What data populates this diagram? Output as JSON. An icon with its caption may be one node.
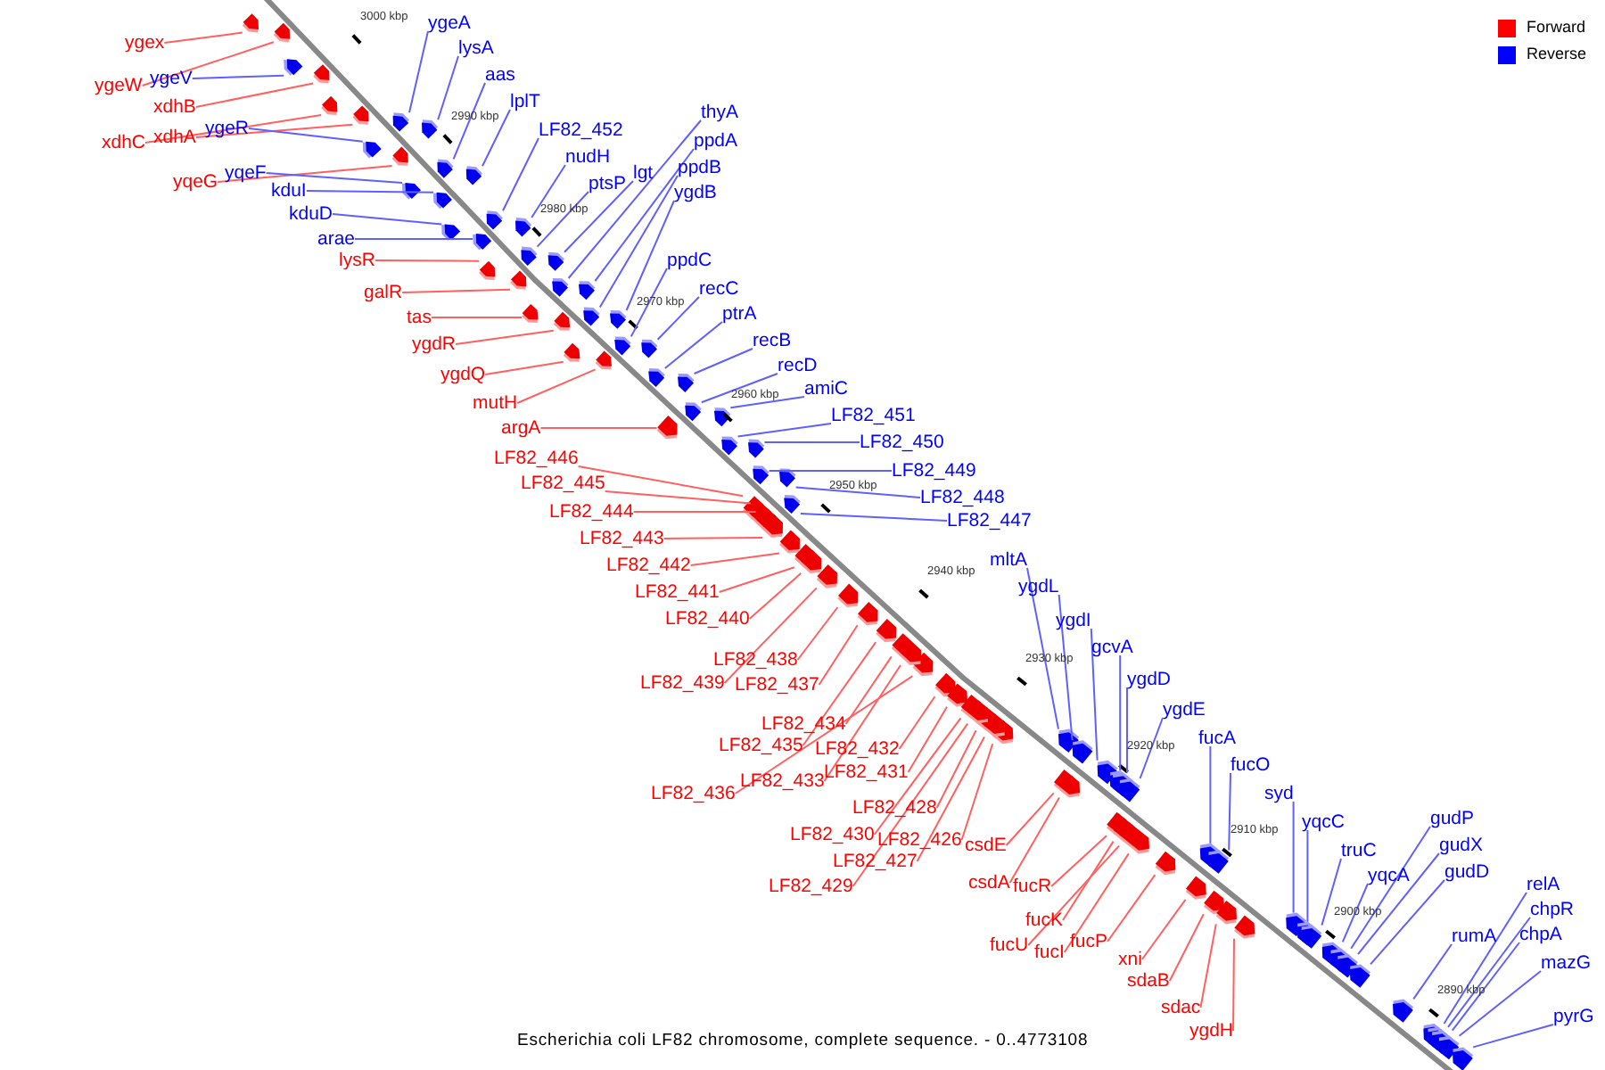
{
  "diagram": {
    "caption": "Escherichia coli LF82 chromosome, complete sequence. - 0..4773108",
    "nodes": [
      {
        "text": [
          "ygex"
        ]
      },
      {
        "text": [
          "ygeW"
        ]
      },
      {
        "text": [
          "ygeV"
        ]
      },
      {
        "text": [
          "xdhB"
        ]
      },
      {
        "text": [
          "xdhC"
        ]
      },
      {
        "text": [
          "xdhA"
        ]
      },
      {
        "text": [
          "ygeR"
        ]
      },
      {
        "text": [
          "yqeG"
        ]
      },
      {
        "text": [
          "yqeF"
        ]
      },
      {
        "text": [
          "kduI"
        ]
      },
      {
        "text": [
          "kduD"
        ]
      },
      {
        "text": [
          "arae"
        ]
      },
      {
        "text": [
          "lysR"
        ]
      },
      {
        "text": [
          "galR"
        ]
      },
      {
        "text": [
          "tas"
        ]
      },
      {
        "text": [
          "ygdR"
        ]
      },
      {
        "text": [
          "ygdQ"
        ]
      },
      {
        "text": [
          "mutH"
        ]
      },
      {
        "text": [
          "argA"
        ]
      },
      {
        "text": [
          "LF82_446"
        ]
      },
      {
        "text": [
          "LF82_445"
        ]
      },
      {
        "text": [
          "LF82_444"
        ]
      },
      {
        "text": [
          "LF82_443"
        ]
      },
      {
        "text": [
          "LF82_442"
        ]
      },
      {
        "text": [
          "LF82_441"
        ]
      },
      {
        "text": [
          "LF82_440"
        ]
      },
      {
        "text": [
          "LF82_438"
        ]
      },
      {
        "text": [
          "LF82_439"
        ]
      },
      {
        "text": [
          "LF82_437"
        ]
      },
      {
        "text": [
          "LF82_434"
        ]
      },
      {
        "text": [
          "LF82_435"
        ]
      },
      {
        "text": [
          "LF82_432"
        ]
      },
      {
        "text": [
          "LF82_436"
        ]
      },
      {
        "text": [
          "LF82_433"
        ]
      },
      {
        "text": [
          "LF82_431"
        ]
      },
      {
        "text": [
          "LF82_428"
        ]
      },
      {
        "text": [
          "LF82_430"
        ]
      },
      {
        "text": [
          "LF82_426"
        ]
      },
      {
        "text": [
          "LF82_427"
        ]
      },
      {
        "text": [
          "LF82_429"
        ]
      },
      {
        "text": [
          "csdE"
        ]
      },
      {
        "text": [
          "csdA"
        ]
      },
      {
        "text": [
          "fucR"
        ]
      },
      {
        "text": [
          "fucK"
        ]
      },
      {
        "text": [
          "fucU"
        ]
      },
      {
        "text": [
          "fucI"
        ]
      },
      {
        "text": [
          "fucP"
        ]
      },
      {
        "text": [
          "xni"
        ]
      },
      {
        "text": [
          "sdaB"
        ]
      },
      {
        "text": [
          "sdac"
        ]
      },
      {
        "text": [
          "ygdH"
        ]
      },
      {
        "text": [
          "ygeA"
        ]
      },
      {
        "text": [
          "lysA"
        ]
      },
      {
        "text": [
          "aas"
        ]
      },
      {
        "text": [
          "lplT"
        ]
      },
      {
        "text": [
          "LF82_452"
        ]
      },
      {
        "text": [
          "nudH"
        ]
      },
      {
        "text": [
          "ptsP"
        ]
      },
      {
        "text": [
          "lgt"
        ]
      },
      {
        "text": [
          "thyA"
        ]
      },
      {
        "text": [
          "ppdA"
        ]
      },
      {
        "text": [
          "ppdB"
        ]
      },
      {
        "text": [
          "ygdB"
        ]
      },
      {
        "text": [
          "ppdC"
        ]
      },
      {
        "text": [
          "recC"
        ]
      },
      {
        "text": [
          "ptrA"
        ]
      },
      {
        "text": [
          "recB"
        ]
      },
      {
        "text": [
          "recD"
        ]
      },
      {
        "text": [
          "amiC"
        ]
      },
      {
        "text": [
          "LF82_451"
        ]
      },
      {
        "text": [
          "LF82_450"
        ]
      },
      {
        "text": [
          "LF82_449"
        ]
      },
      {
        "text": [
          "LF82_448"
        ]
      },
      {
        "text": [
          "LF82_447"
        ]
      },
      {
        "text": [
          "mltA"
        ]
      },
      {
        "text": [
          "ygdL"
        ]
      },
      {
        "text": [
          "ygdI"
        ]
      },
      {
        "text": [
          "gcvA"
        ]
      },
      {
        "text": [
          "ygdD"
        ]
      },
      {
        "text": [
          "ygdE"
        ]
      },
      {
        "text": [
          "fucA"
        ]
      },
      {
        "text": [
          "fucO"
        ]
      },
      {
        "text": [
          "syd"
        ]
      },
      {
        "text": [
          "yqcC"
        ]
      },
      {
        "text": [
          "truC"
        ]
      },
      {
        "text": [
          "yqcA"
        ]
      },
      {
        "text": [
          "gudP"
        ]
      },
      {
        "text": [
          "gudX"
        ]
      },
      {
        "text": [
          "gudD"
        ]
      },
      {
        "text": [
          "rumA"
        ]
      },
      {
        "text": [
          "relA"
        ]
      },
      {
        "text": [
          "chpR"
        ]
      },
      {
        "text": [
          "chpA"
        ]
      },
      {
        "text": [
          "mazG"
        ]
      },
      {
        "text": [
          "pyrG"
        ]
      },
      {
        "text": [],
        "shape": "arrow"
      },
      {
        "text": [],
        "shape": "arrow"
      },
      {
        "text": [],
        "shape": "arrow"
      },
      {
        "text": [],
        "shape": "arrow"
      },
      {
        "text": [],
        "shape": "arrow"
      },
      {
        "text": [],
        "shape": "arrow"
      },
      {
        "text": [],
        "shape": "arrow"
      },
      {
        "text": [],
        "shape": "arrow"
      },
      {
        "text": [],
        "shape": "arrow"
      },
      {
        "text": [],
        "shape": "arrow"
      },
      {
        "text": [],
        "shape": "arrow"
      },
      {
        "text": [],
        "shape": "arrow"
      },
      {
        "text": [],
        "shape": "arrow"
      },
      {
        "text": [],
        "shape": "arrow"
      },
      {
        "text": [],
        "shape": "arrow"
      },
      {
        "text": [],
        "shape": "arrow"
      },
      {
        "text": [],
        "shape": "arrow"
      },
      {
        "text": [],
        "shape": "arrow"
      },
      {
        "text": [],
        "shape": "arrow"
      },
      {
        "text": [],
        "shape": "arrow"
      },
      {
        "text": [],
        "shape": "arrow"
      },
      {
        "text": [],
        "shape": "arrow"
      },
      {
        "text": [],
        "shape": "arrow"
      },
      {
        "text": [],
        "shape": "arrow"
      },
      {
        "text": [],
        "shape": "arrow"
      },
      {
        "text": [],
        "shape": "arrow"
      },
      {
        "text": [],
        "shape": "arrow"
      },
      {
        "text": [],
        "shape": "arrow"
      },
      {
        "text": [],
        "shape": "arrow"
      },
      {
        "text": [],
        "shape": "arrow"
      },
      {
        "text": [],
        "shape": "arrow"
      },
      {
        "text": [],
        "shape": "arrow"
      },
      {
        "text": [],
        "shape": "arrow"
      },
      {
        "text": [],
        "shape": "arrow"
      },
      {
        "text": [],
        "shape": "arrow"
      },
      {
        "text": [],
        "shape": "arrow"
      },
      {
        "text": [],
        "shape": "arrow"
      },
      {
        "text": [],
        "shape": "arrow"
      },
      {
        "text": [],
        "shape": "arrow"
      },
      {
        "text": [],
        "shape": "arrow"
      },
      {
        "text": [],
        "shape": "arrow"
      },
      {
        "text": [],
        "shape": "arrow"
      },
      {
        "text": [],
        "shape": "arrow"
      },
      {
        "text": [],
        "shape": "arrow"
      },
      {
        "text": [],
        "shape": "arrow"
      },
      {
        "text": [],
        "shape": "arrow"
      },
      {
        "text": [],
        "shape": "arrow"
      },
      {
        "text": [],
        "shape": "arrow"
      },
      {
        "text": [],
        "shape": "arrow"
      },
      {
        "text": [],
        "shape": "arrow"
      },
      {
        "text": [],
        "shape": "arrow"
      },
      {
        "text": [],
        "shape": "arrow"
      },
      {
        "text": [],
        "shape": "arrow"
      },
      {
        "text": [],
        "shape": "arrow"
      },
      {
        "text": [],
        "shape": "arrow"
      },
      {
        "text": [],
        "shape": "arrow"
      },
      {
        "text": [],
        "shape": "arrow"
      },
      {
        "text": [],
        "shape": "arrow"
      },
      {
        "text": [],
        "shape": "arrow"
      },
      {
        "text": [],
        "shape": "arrow"
      },
      {
        "text": [],
        "shape": "arrow"
      },
      {
        "text": [],
        "shape": "arrow"
      },
      {
        "text": [],
        "shape": "arrow"
      },
      {
        "text": [],
        "shape": "arrow"
      },
      {
        "text": [],
        "shape": "arrow"
      },
      {
        "text": [],
        "shape": "arrow"
      },
      {
        "text": [],
        "shape": "arrow"
      },
      {
        "text": [],
        "shape": "arrow"
      },
      {
        "text": [],
        "shape": "arrow"
      },
      {
        "text": [],
        "shape": "arrow"
      },
      {
        "text": [],
        "shape": "arrow"
      },
      {
        "text": [],
        "shape": "arrow"
      },
      {
        "text": [],
        "shape": "arrow"
      },
      {
        "text": [],
        "shape": "arrow"
      },
      {
        "text": [],
        "shape": "arrow"
      },
      {
        "text": [],
        "shape": "arrow"
      },
      {
        "text": [],
        "shape": "arrow"
      },
      {
        "text": [],
        "shape": "arrow"
      },
      {
        "text": [],
        "shape": "arrow"
      },
      {
        "text": [],
        "shape": "arrow"
      },
      {
        "text": [],
        "shape": "arrow"
      },
      {
        "text": [],
        "shape": "arrow"
      },
      {
        "text": [],
        "shape": "arrow"
      },
      {
        "text": [],
        "shape": "arrow"
      },
      {
        "text": [],
        "shape": "arrow"
      },
      {
        "text": [],
        "shape": "arrow"
      },
      {
        "text": [],
        "shape": "arrow"
      },
      {
        "text": [],
        "shape": "arrow"
      },
      {
        "text": [],
        "shape": "arrow"
      },
      {
        "text": [],
        "shape": "arrow"
      },
      {
        "text": [],
        "shape": "arrow"
      },
      {
        "text": [],
        "shape": "arrow"
      },
      {
        "text": [],
        "shape": "arrow"
      },
      {
        "text": [],
        "shape": "arrow"
      },
      {
        "text": [],
        "shape": "arrow"
      }
    ],
    "edges": [
      {
        "from": 0,
        "to": 95,
        "arrow": "none",
        "color": "#ff6060"
      },
      {
        "from": 1,
        "to": 96,
        "arrow": "none",
        "color": "#ff6060"
      },
      {
        "from": 2,
        "to": 97,
        "arrow": "none"
      },
      {
        "from": 3,
        "to": 98,
        "arrow": "none",
        "color": "#ff6060"
      },
      {
        "from": 4,
        "to": 99,
        "arrow": "none",
        "color": "#ff6060"
      },
      {
        "from": 5,
        "to": 100,
        "arrow": "none",
        "color": "#ff6060"
      },
      {
        "from": 6,
        "to": 101,
        "arrow": "none"
      },
      {
        "from": 7,
        "to": 102,
        "arrow": "none",
        "color": "#ff6060"
      },
      {
        "from": 8,
        "to": 103,
        "arrow": "none"
      },
      {
        "from": 9,
        "to": 104,
        "arrow": "none"
      },
      {
        "from": 10,
        "to": 105,
        "arrow": "none"
      },
      {
        "from": 11,
        "to": 106,
        "arrow": "none"
      },
      {
        "from": 12,
        "to": 107,
        "arrow": "none",
        "color": "#ff6060"
      },
      {
        "from": 13,
        "to": 108,
        "arrow": "none",
        "color": "#ff6060"
      },
      {
        "from": 14,
        "to": 109,
        "arrow": "none",
        "color": "#ff6060"
      },
      {
        "from": 15,
        "to": 110,
        "arrow": "none",
        "color": "#ff6060"
      },
      {
        "from": 16,
        "to": 111,
        "arrow": "none",
        "color": "#ff6060"
      },
      {
        "from": 17,
        "to": 112,
        "arrow": "none",
        "color": "#ff6060"
      },
      {
        "from": 18,
        "to": 113,
        "arrow": "none",
        "color": "#ff6060"
      },
      {
        "from": 19,
        "to": 114,
        "arrow": "none",
        "color": "#ff6060"
      },
      {
        "from": 20,
        "to": 115,
        "arrow": "none",
        "color": "#ff6060"
      },
      {
        "from": 21,
        "to": 116,
        "arrow": "none",
        "color": "#ff6060"
      },
      {
        "from": 22,
        "to": 117,
        "arrow": "none",
        "color": "#ff6060"
      },
      {
        "from": 23,
        "to": 118,
        "arrow": "none",
        "color": "#ff6060"
      },
      {
        "from": 24,
        "to": 119,
        "arrow": "none",
        "color": "#ff6060"
      },
      {
        "from": 25,
        "to": 120,
        "arrow": "none",
        "color": "#ff6060"
      },
      {
        "from": 26,
        "to": 121,
        "arrow": "none",
        "color": "#ff6060"
      },
      {
        "from": 27,
        "to": 122,
        "arrow": "none",
        "color": "#ff6060"
      },
      {
        "from": 28,
        "to": 123,
        "arrow": "none",
        "color": "#ff6060"
      },
      {
        "from": 29,
        "to": 124,
        "arrow": "none",
        "color": "#ff6060"
      },
      {
        "from": 30,
        "to": 125,
        "arrow": "none",
        "color": "#ff6060"
      },
      {
        "from": 31,
        "to": 126,
        "arrow": "none",
        "color": "#ff6060"
      },
      {
        "from": 32,
        "to": 127,
        "arrow": "none",
        "color": "#ff6060"
      },
      {
        "from": 33,
        "to": 128,
        "arrow": "none",
        "color": "#ff6060"
      },
      {
        "from": 34,
        "to": 129,
        "arrow": "none",
        "color": "#ff6060"
      },
      {
        "from": 35,
        "to": 130,
        "arrow": "none",
        "color": "#ff6060"
      },
      {
        "from": 36,
        "to": 131,
        "arrow": "none",
        "color": "#ff6060"
      },
      {
        "from": 37,
        "to": 132,
        "arrow": "none",
        "color": "#ff6060"
      },
      {
        "from": 38,
        "to": 133,
        "arrow": "none",
        "color": "#ff6060"
      },
      {
        "from": 39,
        "to": 134,
        "arrow": "none",
        "color": "#ff6060"
      },
      {
        "from": 40,
        "to": 135,
        "arrow": "none",
        "color": "#ff6060"
      },
      {
        "from": 41,
        "to": 136,
        "arrow": "none",
        "color": "#ff6060"
      },
      {
        "from": 42,
        "to": 137,
        "arrow": "none",
        "color": "#ff6060"
      },
      {
        "from": 43,
        "to": 138,
        "arrow": "none",
        "color": "#ff6060"
      },
      {
        "from": 44,
        "to": 139,
        "arrow": "none",
        "color": "#ff6060"
      },
      {
        "from": 45,
        "to": 140,
        "arrow": "none",
        "color": "#ff6060"
      },
      {
        "from": 46,
        "to": 141,
        "arrow": "none",
        "color": "#ff6060"
      },
      {
        "from": 47,
        "to": 142,
        "arrow": "none",
        "color": "#ff6060"
      },
      {
        "from": 48,
        "to": 143,
        "arrow": "none",
        "color": "#ff6060"
      },
      {
        "from": 49,
        "to": 144,
        "arrow": "none",
        "color": "#ff6060"
      },
      {
        "from": 50,
        "to": 145,
        "arrow": "none",
        "color": "#ff6060"
      },
      {
        "from": 51,
        "to": 146,
        "arrow": "none"
      },
      {
        "from": 52,
        "to": 147,
        "arrow": "none"
      },
      {
        "from": 53,
        "to": 148,
        "arrow": "none"
      },
      {
        "from": 54,
        "to": 149,
        "arrow": "none"
      },
      {
        "from": 55,
        "to": 150,
        "arrow": "none"
      },
      {
        "from": 56,
        "to": 151,
        "arrow": "none"
      },
      {
        "from": 57,
        "to": 152,
        "arrow": "none"
      },
      {
        "from": 58,
        "to": 153,
        "arrow": "none"
      },
      {
        "from": 59,
        "to": 154,
        "arrow": "none"
      },
      {
        "from": 60,
        "to": 155,
        "arrow": "none"
      },
      {
        "from": 61,
        "to": 156,
        "arrow": "none"
      },
      {
        "from": 62,
        "to": 157,
        "arrow": "none"
      },
      {
        "from": 63,
        "to": 158,
        "arrow": "none"
      },
      {
        "from": 64,
        "to": 159,
        "arrow": "none"
      },
      {
        "from": 65,
        "to": 160,
        "arrow": "none"
      },
      {
        "from": 66,
        "to": 161,
        "arrow": "none"
      },
      {
        "from": 67,
        "to": 162,
        "arrow": "none"
      },
      {
        "from": 68,
        "to": 163,
        "arrow": "none"
      },
      {
        "from": 69,
        "to": 164,
        "arrow": "none"
      },
      {
        "from": 70,
        "to": 165,
        "arrow": "none"
      },
      {
        "from": 71,
        "to": 166,
        "arrow": "none"
      },
      {
        "from": 72,
        "to": 167,
        "arrow": "none"
      },
      {
        "from": 73,
        "to": 168,
        "arrow": "none"
      },
      {
        "from": 74,
        "to": 169,
        "arrow": "none"
      },
      {
        "from": 75,
        "to": 170,
        "arrow": "none"
      },
      {
        "from": 76,
        "to": 171,
        "arrow": "none"
      },
      {
        "from": 77,
        "to": 172,
        "arrow": "none"
      },
      {
        "from": 78,
        "to": 173,
        "arrow": "none"
      },
      {
        "from": 79,
        "to": 174,
        "arrow": "none"
      },
      {
        "from": 80,
        "to": 175,
        "arrow": "none"
      },
      {
        "from": 81,
        "to": 176,
        "arrow": "none"
      },
      {
        "from": 82,
        "to": 177,
        "arrow": "none"
      },
      {
        "from": 83,
        "to": 178,
        "arrow": "none"
      },
      {
        "from": 84,
        "to": 179,
        "arrow": "none"
      },
      {
        "from": 85,
        "to": 180,
        "arrow": "none"
      },
      {
        "from": 86,
        "to": 181,
        "arrow": "none"
      },
      {
        "from": 87,
        "to": 182,
        "arrow": "none"
      },
      {
        "from": 88,
        "to": 183,
        "arrow": "none"
      },
      {
        "from": 89,
        "to": 184,
        "arrow": "none"
      },
      {
        "from": 90,
        "to": 185,
        "arrow": "none"
      },
      {
        "from": 91,
        "to": 186,
        "arrow": "none"
      },
      {
        "from": 92,
        "to": 187,
        "arrow": "none"
      },
      {
        "from": 93,
        "to": 188,
        "arrow": "none"
      },
      {
        "from": 94,
        "to": 189,
        "arrow": "none"
      }
    ],
    "labels": [
      "3000 kbp",
      "2990 kbp",
      "2980 kbp",
      "2970 kbp",
      "2960 kbp",
      "2950 kbp",
      "2940 kbp",
      "2930 kbp",
      "2920 kbp",
      "2910 kbp",
      "2900 kbp",
      "2890 kbp"
    ],
    "legend": [
      {
        "text": "Forward",
        "color": "#ff0000"
      },
      {
        "text": "Reverse",
        "color": "#0000ff"
      }
    ]
  }
}
